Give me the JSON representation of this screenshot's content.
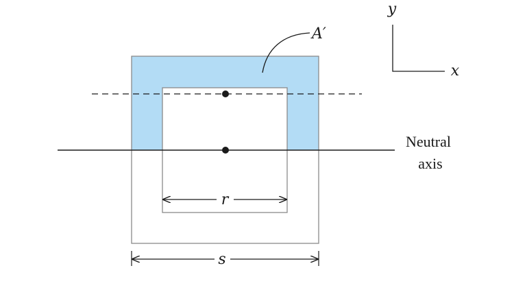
{
  "labels": {
    "area_label": "A′",
    "inner_width": "r",
    "outer_width": "s",
    "neutral_axis_line1": "Neutral",
    "neutral_axis_line2": "axis",
    "axis_x": "x",
    "axis_y": "y"
  },
  "colors": {
    "shaded_area": "#b3dcf5",
    "line": "#1a1a1a",
    "box_outline": "#8a8a8a"
  }
}
